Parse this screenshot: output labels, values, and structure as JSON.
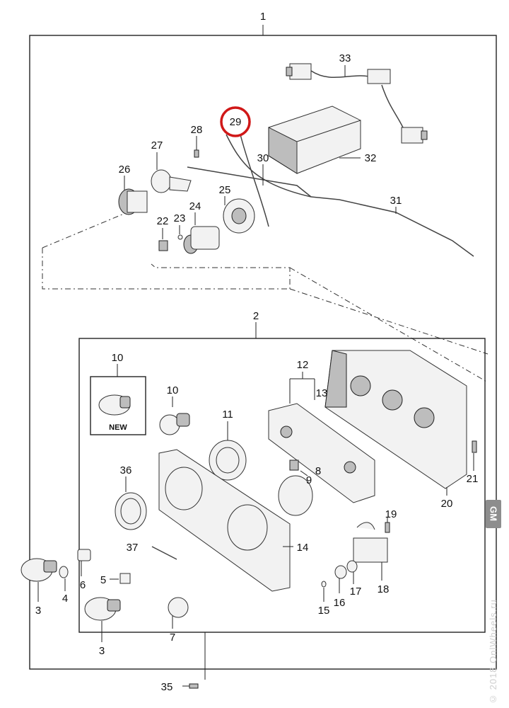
{
  "labels": {
    "p1": "1",
    "p2": "2",
    "p3a": "3",
    "p3b": "3",
    "p4": "4",
    "p5": "5",
    "p6": "6",
    "p7": "7",
    "p8": "8",
    "p9": "9",
    "p10a": "10",
    "p10b": "10",
    "p11": "11",
    "p12": "12",
    "p13": "13",
    "p14": "14",
    "p15": "15",
    "p16": "16",
    "p17": "17",
    "p18": "18",
    "p19": "19",
    "p20": "20",
    "p21": "21",
    "p22": "22",
    "p23": "23",
    "p24": "24",
    "p25": "25",
    "p26": "26",
    "p27": "27",
    "p28": "28",
    "p29": "29",
    "p30": "30",
    "p31": "31",
    "p32": "32",
    "p33": "33",
    "p35": "35",
    "p36": "36",
    "p37": "37"
  },
  "new_badge": "NEW",
  "highlight_color": "#d01818",
  "side_badge": "GM",
  "watermark": "© 2018 OnlWheels.ru"
}
